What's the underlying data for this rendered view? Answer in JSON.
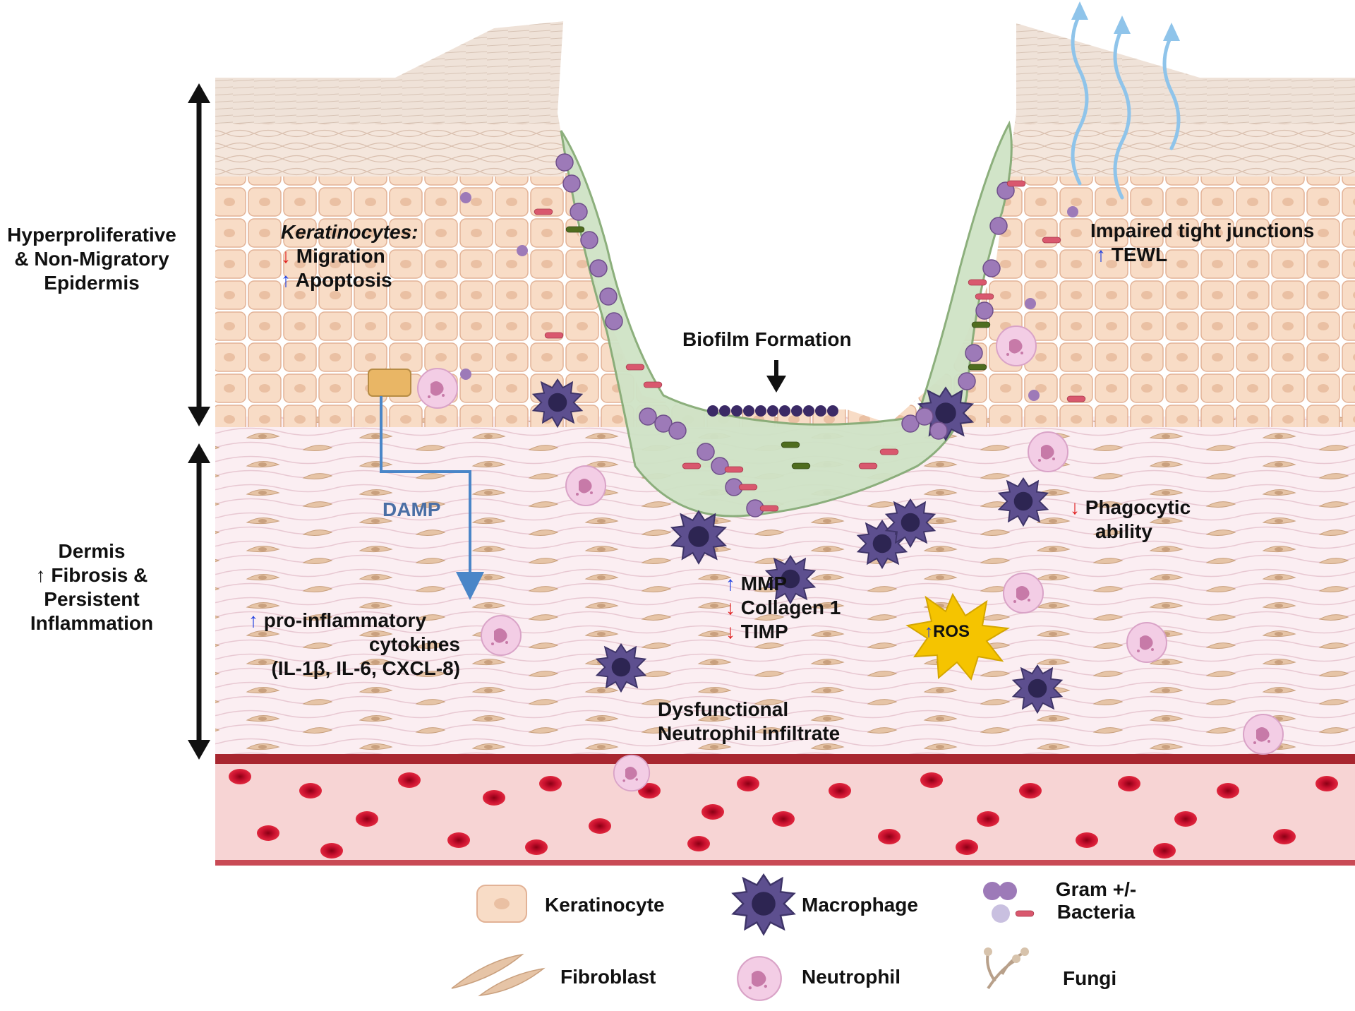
{
  "labels": {
    "epidermis": [
      "Hyperproliferative",
      "& Non-Migratory",
      "Epidermis"
    ],
    "dermis": {
      "line1": "Dermis",
      "line2_arrow": "↑",
      "line2_text": "Fibrosis &",
      "line3": "Persistent",
      "line4": "Inflammation"
    },
    "keratinocytes": {
      "title": "Keratinocytes:",
      "migration": "Migration",
      "apoptosis": "Apoptosis"
    },
    "biofilm": "Biofilm Formation",
    "tight_junctions": {
      "line1": "Impaired tight junctions",
      "tewl": "TEWL"
    },
    "damp": "DAMP",
    "cytokines": {
      "line1": "pro-inflammatory",
      "line2": "cytokines",
      "line3": "(IL-1β, IL-6, CXCL-8)"
    },
    "enzymes": {
      "mmp": "MMP",
      "collagen": "Collagen 1",
      "timp": "TIMP"
    },
    "ros": "ROS",
    "phagocytic": {
      "line1": "Phagocytic",
      "line2": "ability"
    },
    "neutrophil_infiltrate": {
      "line1": "Dysfunctional",
      "line2": "Neutrophil infiltrate"
    }
  },
  "arrows": {
    "up": "↑",
    "down": "↓"
  },
  "legend": {
    "keratinocyte": "Keratinocyte",
    "macrophage": "Macrophage",
    "bacteria_line1": "Gram +/-",
    "bacteria_line2": "Bacteria",
    "fibroblast": "Fibroblast",
    "neutrophil": "Neutrophil",
    "fungi": "Fungi"
  },
  "colors": {
    "up_arrow": "#1f3fe0",
    "down_arrow": "#e02020",
    "damp_line": "#4a86c8",
    "epidermis": "#f6d7c0",
    "dermis": "#f9e8ee",
    "blood_vessel": "#f7d4d4",
    "red_blood_cell": "#c8102e",
    "biofilm": "#cfe3c6",
    "macrophage": "#5d4f8f",
    "neutrophil": "#efc3e0",
    "ros_star": "#f5c400",
    "tewl_arrows": "#8fc4ea"
  }
}
